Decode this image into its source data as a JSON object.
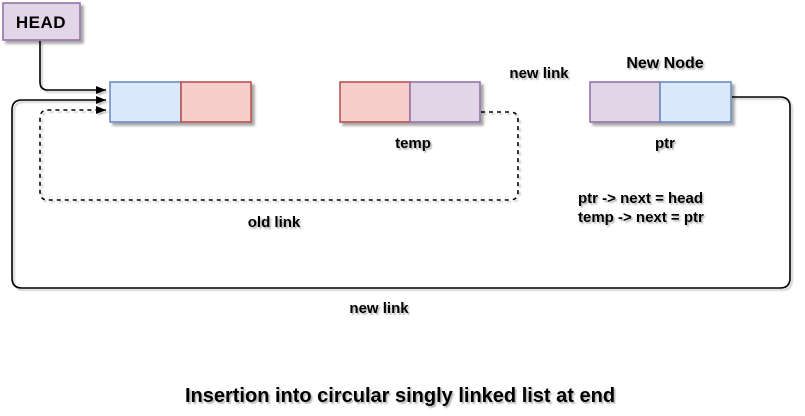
{
  "title": "Insertion into circular singly linked list at end",
  "head": {
    "label": "HEAD"
  },
  "nodes": {
    "temp": {
      "caption": "temp"
    },
    "new_node": {
      "heading": "New Node",
      "caption": "ptr"
    }
  },
  "links": {
    "top_new_link": "new link",
    "bottom_new_link": "new link",
    "old_link": "old link"
  },
  "code": {
    "line1": "ptr -> next = head",
    "line2": "temp -> next = ptr"
  },
  "colors": {
    "background": "#ffffff",
    "text": "#000000",
    "line": "#000000",
    "blue_fill": "#dae8fc",
    "blue_stroke": "#6c8ebf",
    "red_fill": "#f8cecc",
    "red_stroke": "#b85450",
    "purple_fill": "#e1d5e7",
    "purple_stroke": "#9673a6"
  }
}
